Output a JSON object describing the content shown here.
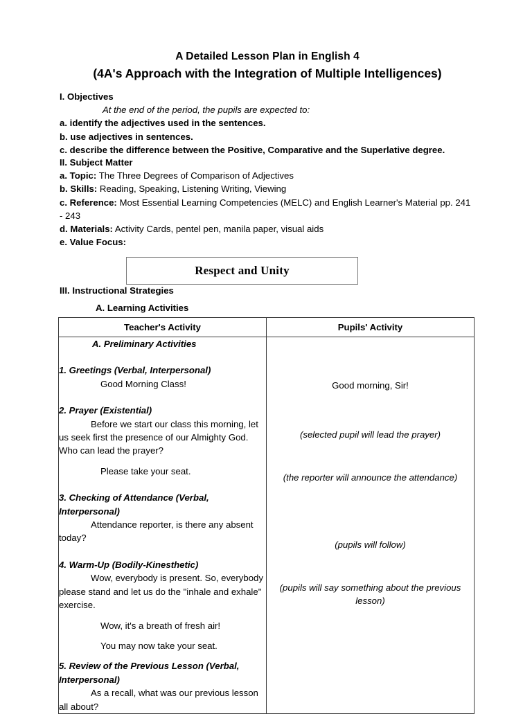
{
  "document": {
    "title_line1": "A Detailed Lesson Plan in English 4",
    "title_line2": "(4A's Approach with the Integration of Multiple Intelligences)"
  },
  "objectives": {
    "heading": "I. Objectives",
    "intro": "At the end of the period, the pupils are expected to:",
    "items": [
      "a. identify the adjectives used in the sentences.",
      "b. use adjectives in sentences.",
      "c. describe the difference between the Positive, Comparative and the Superlative degree."
    ]
  },
  "subject_matter": {
    "heading": "II. Subject Matter",
    "entries": [
      {
        "key": "a. Topic:",
        "value": "The Three Degrees of Comparison of Adjectives"
      },
      {
        "key": "b. Skills:",
        "value": "Reading, Speaking, Listening Writing, Viewing"
      },
      {
        "key": "c. Reference:",
        "value": "Most Essential Learning Competencies (MELC) and English Learner's Material pp. 241 - 243"
      },
      {
        "key": "d. Materials:",
        "value": "Activity Cards, pentel pen, manila paper, visual aids"
      },
      {
        "key": "e. Value Focus:",
        "value": ""
      }
    ]
  },
  "value_focus_box": {
    "text": "Respect and Unity"
  },
  "instructional_strategies": {
    "heading": "III. Instructional Strategies",
    "subheading": "A. Learning Activities"
  },
  "activity_table": {
    "columns": [
      "Teacher's Activity",
      "Pupils' Activity"
    ],
    "teacher_column": {
      "section_label": "A. Preliminary Activities",
      "items": [
        {
          "heading": "1. Greetings (Verbal, Interpersonal)",
          "lines": [
            "Good Morning Class!"
          ]
        },
        {
          "heading": "2. Prayer (Existential)",
          "lines": [
            "Before we start our class this morning, let us seek first the presence of our Almighty God. Who can lead the prayer?",
            "Please take your seat."
          ]
        },
        {
          "heading": "3. Checking of Attendance (Verbal, Interpersonal)",
          "lines": [
            "Attendance reporter, is there any absent today?"
          ]
        },
        {
          "heading": "4. Warm-Up (Bodily-Kinesthetic)",
          "lines": [
            "Wow, everybody is present. So, everybody please stand and let us do the \"inhale and exhale\" exercise.",
            "Wow, it's a breath of fresh air!",
            "You may now take your seat."
          ]
        },
        {
          "heading": "5. Review of the Previous Lesson (Verbal, Interpersonal)",
          "lines": [
            "As a recall, what was our previous lesson all about?"
          ]
        }
      ]
    },
    "pupils_column": {
      "responses": [
        {
          "text": "Good morning, Sir!",
          "style": "plain"
        },
        {
          "text": "(selected pupil will lead the prayer)",
          "style": "italic"
        },
        {
          "text": "(the reporter will announce the attendance)",
          "style": "italic"
        },
        {
          "text": "(pupils will follow)",
          "style": "italic"
        },
        {
          "text": "(pupils will say something about the previous lesson)",
          "style": "italic"
        }
      ]
    }
  }
}
